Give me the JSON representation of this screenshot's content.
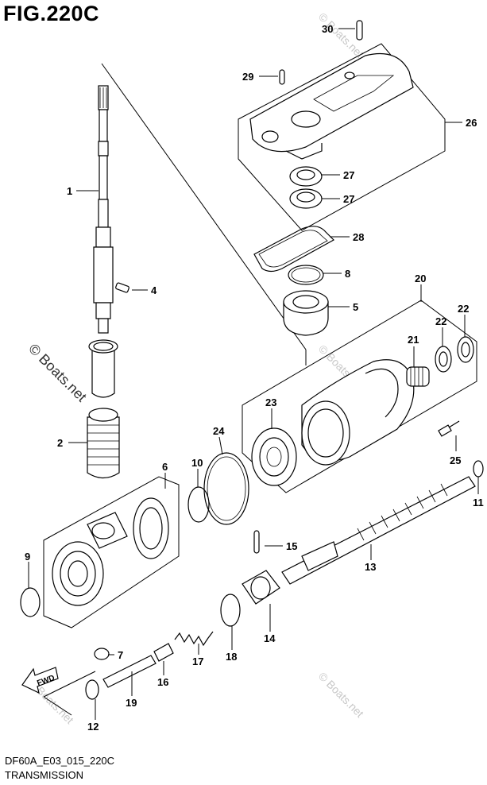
{
  "figure": {
    "title": "FIG.220C",
    "code": "DF60A_E03_015_220C",
    "name": "TRANSMISSION"
  },
  "watermark": {
    "main": "© Boats.net",
    "small": "© Boats.net"
  },
  "fwd_label": "FWD",
  "callouts": {
    "p1": "1",
    "p2": "2",
    "p4": "4",
    "p5": "5",
    "p6": "6",
    "p7": "7",
    "p8": "8",
    "p9": "9",
    "p10": "10",
    "p11": "11",
    "p12": "12",
    "p13": "13",
    "p14": "14",
    "p15": "15",
    "p16": "16",
    "p17": "17",
    "p18": "18",
    "p19": "19",
    "p20": "20",
    "p21": "21",
    "p22a": "22",
    "p22b": "22",
    "p23": "23",
    "p24": "24",
    "p25": "25",
    "p26": "26",
    "p27a": "27",
    "p27b": "27",
    "p28": "28",
    "p29": "29",
    "p30": "30"
  }
}
